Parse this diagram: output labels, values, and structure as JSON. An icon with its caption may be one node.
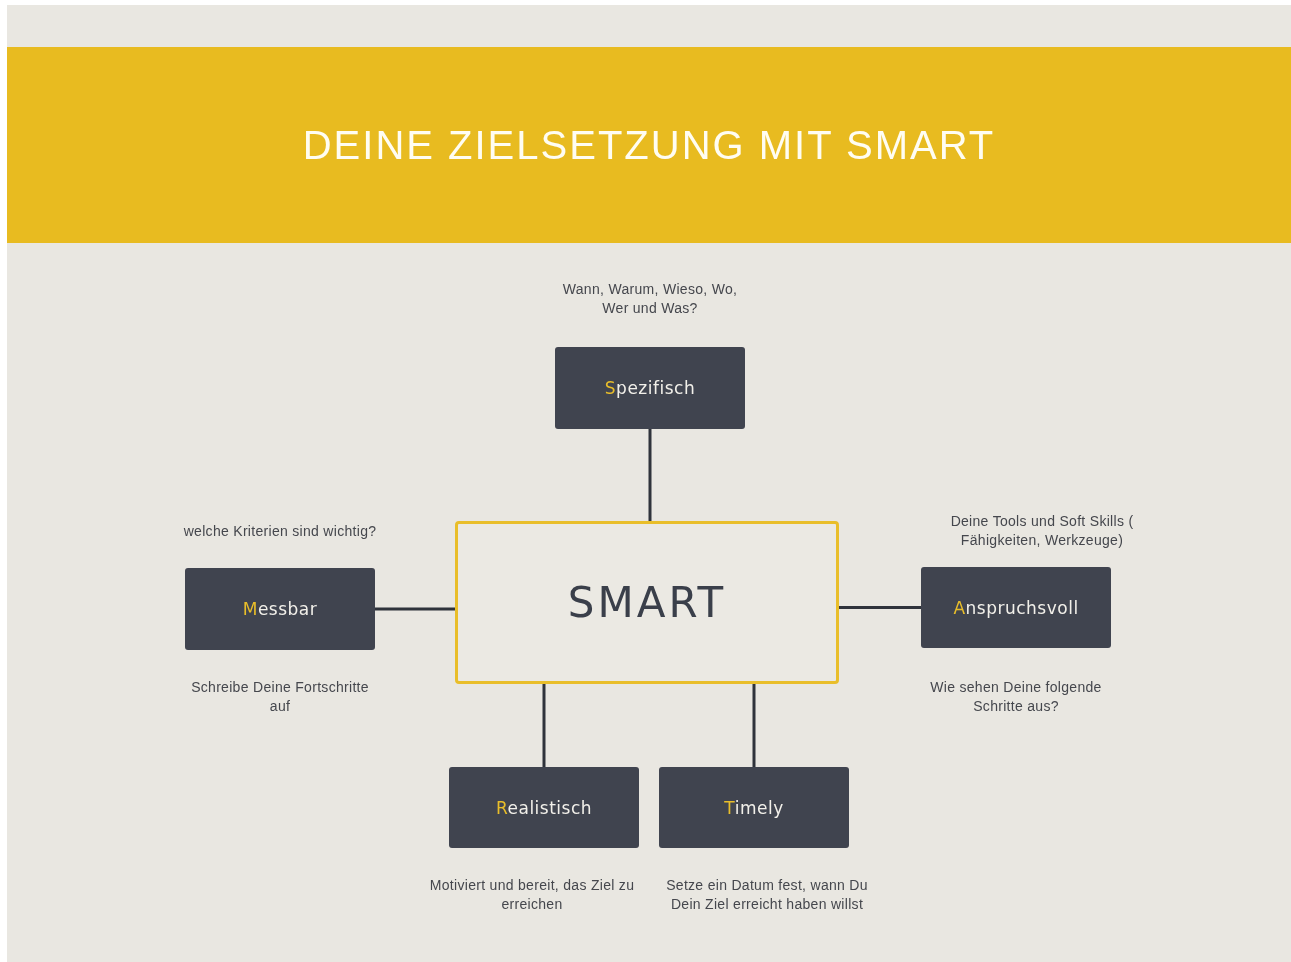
{
  "diagram": {
    "title": "DEINE ZIELSETZUNG MIT SMART",
    "nodes": [
      {
        "text": [
          "SMART"
        ]
      },
      {
        "text": [
          "Spezifisch"
        ],
        "beside": [
          "Wann, Warum, Wieso, Wo, Wer und Was?"
        ]
      },
      {
        "text": [
          "Messbar"
        ],
        "beside": [
          "welche Kriterien sind wichtig?",
          "Schreibe Deine Fortschritte auf"
        ]
      },
      {
        "text": [
          "Anspruchsvoll"
        ],
        "beside": [
          "Deine Tools und Soft Skills ( Fähigkeiten, Werkzeuge)",
          "Wie sehen Deine folgende Schritte aus?"
        ]
      },
      {
        "text": [
          "Realistisch"
        ],
        "beside": [
          "Motiviert und bereit, das Ziel zu erreichen"
        ]
      },
      {
        "text": [
          "Timely"
        ],
        "beside": [
          "Setze ein Datum fest, wann Du Dein Ziel erreicht haben willst"
        ]
      }
    ],
    "edges": [
      {
        "from": 0,
        "to": 1,
        "arrow": "none"
      },
      {
        "from": 0,
        "to": 2,
        "arrow": "none"
      },
      {
        "from": 0,
        "to": 3,
        "arrow": "none"
      },
      {
        "from": 0,
        "to": 4,
        "arrow": "none"
      },
      {
        "from": 0,
        "to": 5,
        "arrow": "none"
      }
    ]
  }
}
